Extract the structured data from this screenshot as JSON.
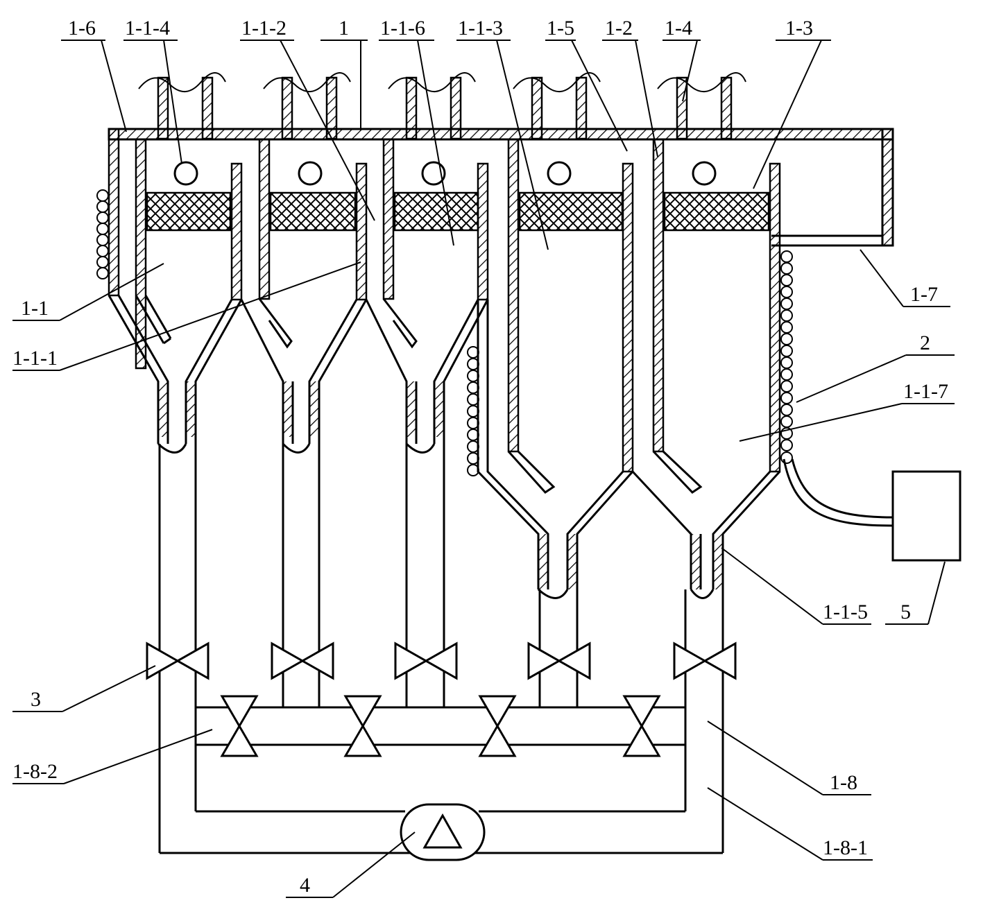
{
  "labels": {
    "l_1_6": "1-6",
    "l_1_1_4": "1-1-4",
    "l_1_1_2": "1-1-2",
    "l_1": "1",
    "l_1_1_6": "1-1-6",
    "l_1_1_3": "1-1-3",
    "l_1_5": "1-5",
    "l_1_2": "1-2",
    "l_1_4": "1-4",
    "l_1_3": "1-3",
    "l_1_1": "1-1",
    "l_1_1_1": "1-1-1",
    "l_1_7": "1-7",
    "l_2": "2",
    "l_1_1_7": "1-1-7",
    "l_1_1_5": "1-1-5",
    "l_5": "5",
    "l_3": "3",
    "l_1_8_2": "1-8-2",
    "l_1_8": "1-8",
    "l_1_8_1": "1-8-1",
    "l_4": "4"
  }
}
